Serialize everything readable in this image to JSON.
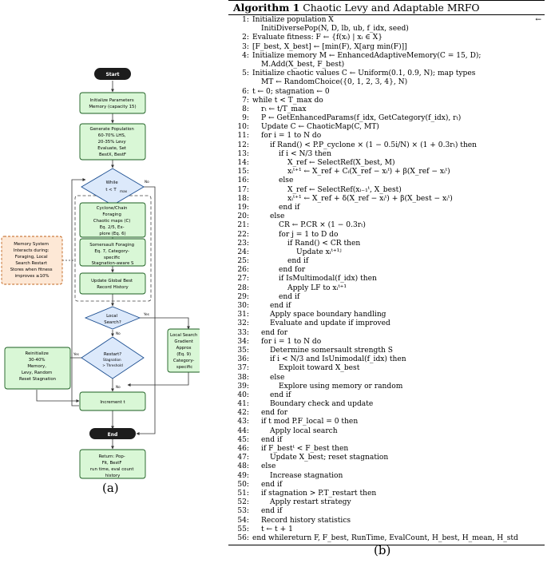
{
  "figure_a": {
    "caption": "(a)",
    "start": "Start",
    "end": "End",
    "init": [
      "Initialize Parameters",
      "Memory (capacity 15)"
    ],
    "gen": [
      "Generate Population",
      "60-70% LHS,",
      "20-35% Levy",
      "Evaluate, Set",
      "BestX, BestF"
    ],
    "while": [
      "While",
      "t < T",
      "max"
    ],
    "yes": "Yes",
    "no": "No",
    "cyclone": [
      "Cyclone/Chain",
      "Foraging",
      "Chaotic maps (C)",
      "Eq. 2/5, Ex-",
      "plore (Eq. 6)"
    ],
    "somersault": [
      "Somersault Foraging",
      "Eq. 7, Category-",
      "specific",
      "Stagnation-aware S"
    ],
    "update_best": [
      "Update Global Best",
      "Record History"
    ],
    "memory_note": [
      "Memory System",
      "Interacts during:",
      "Foraging, Local",
      "Search Restart",
      "Stores when fitness",
      "improves ≥10%"
    ],
    "local_q": [
      "Local",
      "Search?"
    ],
    "local_box": [
      "Local Search",
      "Gradient",
      "Approx",
      "(Eq. 9)",
      "Category-",
      "specific"
    ],
    "restart_q": [
      "Restart?",
      "Stagnation",
      "> Threshold"
    ],
    "reinit": [
      "Reinitialize",
      "30-40%",
      "Memory,",
      "Levy, Random",
      "Reset Stagnation"
    ],
    "increment": "Increment t",
    "ret": [
      "Return: Pop-",
      "Fit, BestF",
      "run time, eval count",
      "history"
    ]
  },
  "algorithm": {
    "label": "Algorithm 1",
    "title": "Chaotic Levy and Adaptable MRFO",
    "caption": "(b)",
    "lines": [
      {
        "n": "1:",
        "i": 0,
        "t": "Initialize                    population                   X",
        "r": "←"
      },
      {
        "n": "",
        "i": 1,
        "t": "InitiDiversePop(N, D, lb, ub, f_idx, seed)"
      },
      {
        "n": "2:",
        "i": 0,
        "t": "Evaluate fitness: F ← {f(xᵢ) | xᵢ ∈ X}"
      },
      {
        "n": "3:",
        "i": 0,
        "t": "[F_best, X_best] ← [min(F), X[arg min(F)]]"
      },
      {
        "n": "4:",
        "i": 0,
        "t": "Initialize memory M ← EnhancedAdaptiveMemory(C = 15, D);"
      },
      {
        "n": "",
        "i": 1,
        "t": "M.Add(X_best, F_best)"
      },
      {
        "n": "5:",
        "i": 0,
        "t": "Initialize chaotic values C ← Uniform(0.1, 0.9, N); map types"
      },
      {
        "n": "",
        "i": 1,
        "t": "MT ← RandomChoice({0, 1, 2, 3, 4}, N)"
      },
      {
        "n": "6:",
        "i": 0,
        "t": "t ← 0; stagnation ← 0"
      },
      {
        "n": "7:",
        "i": 0,
        "t": "while t < T_max do"
      },
      {
        "n": "8:",
        "i": 1,
        "t": "rₜ ← t/T_max"
      },
      {
        "n": "9:",
        "i": 1,
        "t": "P ← GetEnhancedParams(f_idx, GetCategory(f_idx), rₜ)"
      },
      {
        "n": "10:",
        "i": 1,
        "t": "Update C ← ChaoticMap(C, MT)"
      },
      {
        "n": "11:",
        "i": 1,
        "t": "for i = 1 to N do"
      },
      {
        "n": "12:",
        "i": 2,
        "t": "if Rand() < P.P_cyclone × (1 − 0.5i/N) × (1 + 0.3rₜ) then"
      },
      {
        "n": "13:",
        "i": 3,
        "t": "if i < N/3 then"
      },
      {
        "n": "14:",
        "i": 4,
        "t": "X_ref ← SelectRef(X_best, M)"
      },
      {
        "n": "15:",
        "i": 4,
        "t": "xᵢᵗ⁺¹ ← X_ref + Cᵢ(X_ref − xᵢᵗ) + β(X_ref − xᵢᵗ)"
      },
      {
        "n": "16:",
        "i": 3,
        "t": "else"
      },
      {
        "n": "17:",
        "i": 4,
        "t": "X_ref ← SelectRef(xᵢ₋₁ᵗ, X_best)"
      },
      {
        "n": "18:",
        "i": 4,
        "t": "xᵢᵗ⁺¹ ← X_ref + δ(X_ref − xᵢᵗ) + β(X_best − xᵢᵗ)"
      },
      {
        "n": "19:",
        "i": 3,
        "t": "end if"
      },
      {
        "n": "20:",
        "i": 2,
        "t": "else"
      },
      {
        "n": "21:",
        "i": 3,
        "t": "CR ← P.CR × (1 − 0.3rₜ)"
      },
      {
        "n": "22:",
        "i": 3,
        "t": "for j = 1 to D do"
      },
      {
        "n": "23:",
        "i": 4,
        "t": "if Rand() < CR then"
      },
      {
        "n": "24:",
        "i": 5,
        "t": "Update xᵢᵗ⁺¹ʲ"
      },
      {
        "n": "25:",
        "i": 4,
        "t": "end if"
      },
      {
        "n": "26:",
        "i": 3,
        "t": "end for"
      },
      {
        "n": "27:",
        "i": 3,
        "t": "if IsMultimodal(f_idx) then"
      },
      {
        "n": "28:",
        "i": 4,
        "t": "Apply LF to xᵢᵗ⁺¹"
      },
      {
        "n": "29:",
        "i": 3,
        "t": "end if"
      },
      {
        "n": "30:",
        "i": 2,
        "t": "end if"
      },
      {
        "n": "31:",
        "i": 2,
        "t": "Apply space boundary handling"
      },
      {
        "n": "32:",
        "i": 2,
        "t": "Evaluate and update if improved"
      },
      {
        "n": "33:",
        "i": 1,
        "t": "end for"
      },
      {
        "n": "34:",
        "i": 1,
        "t": "for i = 1 to N do"
      },
      {
        "n": "35:",
        "i": 2,
        "t": "Determine somersault strength S"
      },
      {
        "n": "36:",
        "i": 2,
        "t": "if i < N/3 and IsUnimodal(f_idx) then"
      },
      {
        "n": "37:",
        "i": 3,
        "t": "Exploit toward X_best"
      },
      {
        "n": "38:",
        "i": 2,
        "t": "else"
      },
      {
        "n": "39:",
        "i": 3,
        "t": "Explore using memory or random"
      },
      {
        "n": "40:",
        "i": 2,
        "t": "end if"
      },
      {
        "n": "41:",
        "i": 2,
        "t": "Boundary check and update"
      },
      {
        "n": "42:",
        "i": 1,
        "t": "end for"
      },
      {
        "n": "43:",
        "i": 1,
        "t": "if t  mod  P.F_local = 0 then"
      },
      {
        "n": "44:",
        "i": 2,
        "t": "Apply local search"
      },
      {
        "n": "45:",
        "i": 1,
        "t": "end if"
      },
      {
        "n": "46:",
        "i": 1,
        "t": "if F_bestᵗ < F_best then"
      },
      {
        "n": "47:",
        "i": 2,
        "t": "Update X_best; reset stagnation"
      },
      {
        "n": "48:",
        "i": 1,
        "t": "else"
      },
      {
        "n": "49:",
        "i": 2,
        "t": "Increase stagnation"
      },
      {
        "n": "50:",
        "i": 1,
        "t": "end if"
      },
      {
        "n": "51:",
        "i": 1,
        "t": "if stagnation > P.T_restart then"
      },
      {
        "n": "52:",
        "i": 2,
        "t": "Apply restart strategy"
      },
      {
        "n": "53:",
        "i": 1,
        "t": "end if"
      },
      {
        "n": "54:",
        "i": 1,
        "t": "Record history statistics"
      },
      {
        "n": "55:",
        "i": 1,
        "t": "t ← t + 1"
      },
      {
        "n": "56:",
        "i": 0,
        "t": "end whilereturn F, F_best, RunTime, EvalCount, H_best, H_mean, H_std"
      }
    ]
  }
}
